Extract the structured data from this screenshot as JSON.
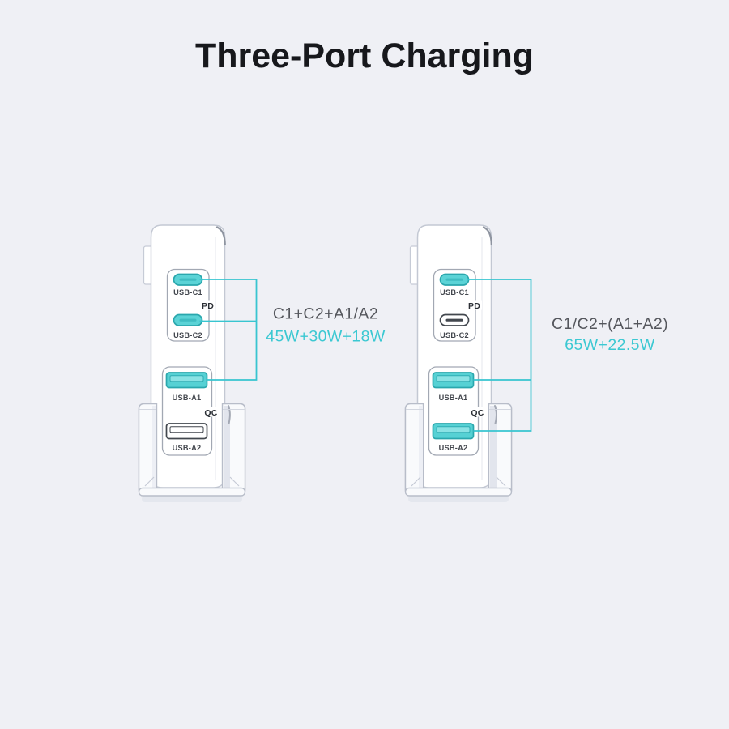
{
  "title": "Three-Port Charging",
  "colors": {
    "background": "#eff0f5",
    "title_color": "#17181c",
    "callout_line": "#38c5d0",
    "combo_text": "#54565c",
    "watts_text": "#3bc8d2",
    "port_label": "#43474e",
    "badge_text": "#2c3036",
    "body_outline": "#c3c8d3",
    "panel_outline": "#a2a8b3"
  },
  "devices": [
    {
      "name": "left-charger",
      "pd_label": "PD",
      "qc_label": "QC",
      "ports": {
        "c1": {
          "label": "USB-C1",
          "fill": "#5bd3d6",
          "stroke": "#2aa7ad",
          "slot": "#3fbdc2"
        },
        "c2": {
          "label": "USB-C2",
          "fill": "#5bd3d6",
          "stroke": "#2aa7ad",
          "slot": "#3fbdc2"
        },
        "a1": {
          "label": "USB-A1",
          "fill": "#56d1d4",
          "stroke": "#2aa7ad",
          "bar": "#8ae2e4",
          "bar_stroke": "#2fadb3"
        },
        "a2": {
          "label": "USB-A2",
          "fill": "#ffffff",
          "stroke": "#42474e",
          "bar": "#ffffff",
          "bar_stroke": "#42474e"
        }
      },
      "callout": {
        "combo": "C1+C2+A1/A2",
        "watts": "45W+30W+18W"
      }
    },
    {
      "name": "right-charger",
      "pd_label": "PD",
      "qc_label": "QC",
      "ports": {
        "c1": {
          "label": "USB-C1",
          "fill": "#5bd3d6",
          "stroke": "#2aa7ad",
          "slot": "#3fbdc2"
        },
        "c2": {
          "label": "USB-C2",
          "fill": "#ffffff",
          "stroke": "#42474e",
          "slot": "#42474e"
        },
        "a1": {
          "label": "USB-A1",
          "fill": "#56d1d4",
          "stroke": "#2aa7ad",
          "bar": "#8ae2e4",
          "bar_stroke": "#2fadb3"
        },
        "a2": {
          "label": "USB-A2",
          "fill": "#56d1d4",
          "stroke": "#2aa7ad",
          "bar": "#8ae2e4",
          "bar_stroke": "#2fadb3"
        }
      },
      "callout": {
        "combo": "C1/C2+(A1+A2)",
        "watts": "65W+22.5W"
      }
    }
  ]
}
